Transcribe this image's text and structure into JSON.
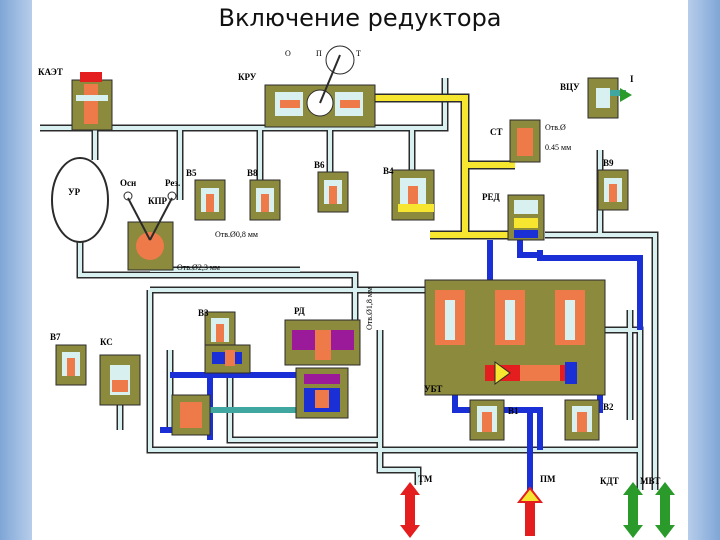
{
  "title": "Включение редуктора",
  "labels": {
    "kaet": "КАЭТ",
    "kru": "КРУ",
    "o": "О",
    "p": "П",
    "t": "Т",
    "vcu": "ВЦУ",
    "i": "I",
    "st": "СТ",
    "otv_st": "Отв.Ø",
    "mm_045": "0.45 мм",
    "red": "РЕД",
    "b9": "В9",
    "b5": "В5",
    "b8": "В8",
    "b6": "В6",
    "b4": "В4",
    "ur": "УР",
    "osn": "Осн",
    "rez": "Рез.",
    "kpr": "КПР",
    "otv_08": "Отв.Ø0,8 мм",
    "otv_23": "Отв.Ø2,3 мм",
    "otv_18": "Отв.Ø1,8 мм",
    "b3": "В3",
    "pd": "РД",
    "b7": "В7",
    "ks": "КС",
    "ubt": "УБТ",
    "b1": "В1",
    "b2": "В2",
    "tm": "ТМ",
    "pm": "ПМ",
    "kdt": "КДТ",
    "mvt": "МВТ"
  },
  "colors": {
    "air": "#d9f0f0",
    "yellow": "#f7e630",
    "blue": "#1a2fd6",
    "olive": "#8c8a3c",
    "orange": "#ee7a4a",
    "purple": "#9a1a9a",
    "teal": "#3fa7a0",
    "red": "#e41e1e",
    "green": "#2a9a2a",
    "frame": "#2b2b2b"
  }
}
